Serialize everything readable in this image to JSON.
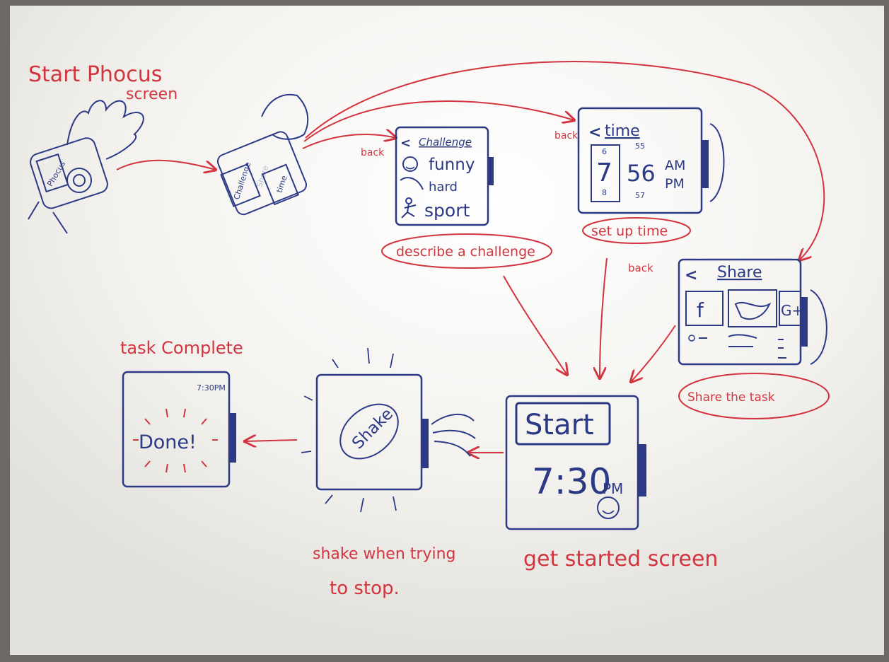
{
  "colors": {
    "board": "#f2f1ed",
    "frame": "#6d6a66",
    "blue_ink": "#2c3a86",
    "red_ink": "#d2353f"
  },
  "captions": {
    "start_phocus": "Start Phocus",
    "start_screen": "screen",
    "task_complete": "task Complete",
    "shake_line1": "shake when trying",
    "shake_line2": "to stop.",
    "get_started": "get started screen",
    "describe_challenge": "describe a challenge",
    "set_up_time": "set up time",
    "share_the_task": "Share the task"
  },
  "start_watch": {
    "label": "Phocus"
  },
  "menu_watch": {
    "challenge": "Challenge",
    "share": "Share",
    "time": "time"
  },
  "challenge_screen": {
    "back": "back",
    "title": "Challenge",
    "items": [
      "funny",
      "hard",
      "sport"
    ]
  },
  "time_screen": {
    "back": "back",
    "title": "time",
    "hour_prev": "6",
    "hour": "7",
    "hour_next": "8",
    "minute_prev": "55",
    "minute": "56",
    "minute_next": "57",
    "am": "AM",
    "pm": "PM"
  },
  "share_screen": {
    "back": "back",
    "title": "Share",
    "icons": [
      "f",
      "G+"
    ]
  },
  "start_screen": {
    "button": "Start",
    "time": "7:30",
    "suffix": "PM"
  },
  "shake_screen": {
    "label": "Shake"
  },
  "done_screen": {
    "time": "7:30PM",
    "label": "Done!"
  }
}
